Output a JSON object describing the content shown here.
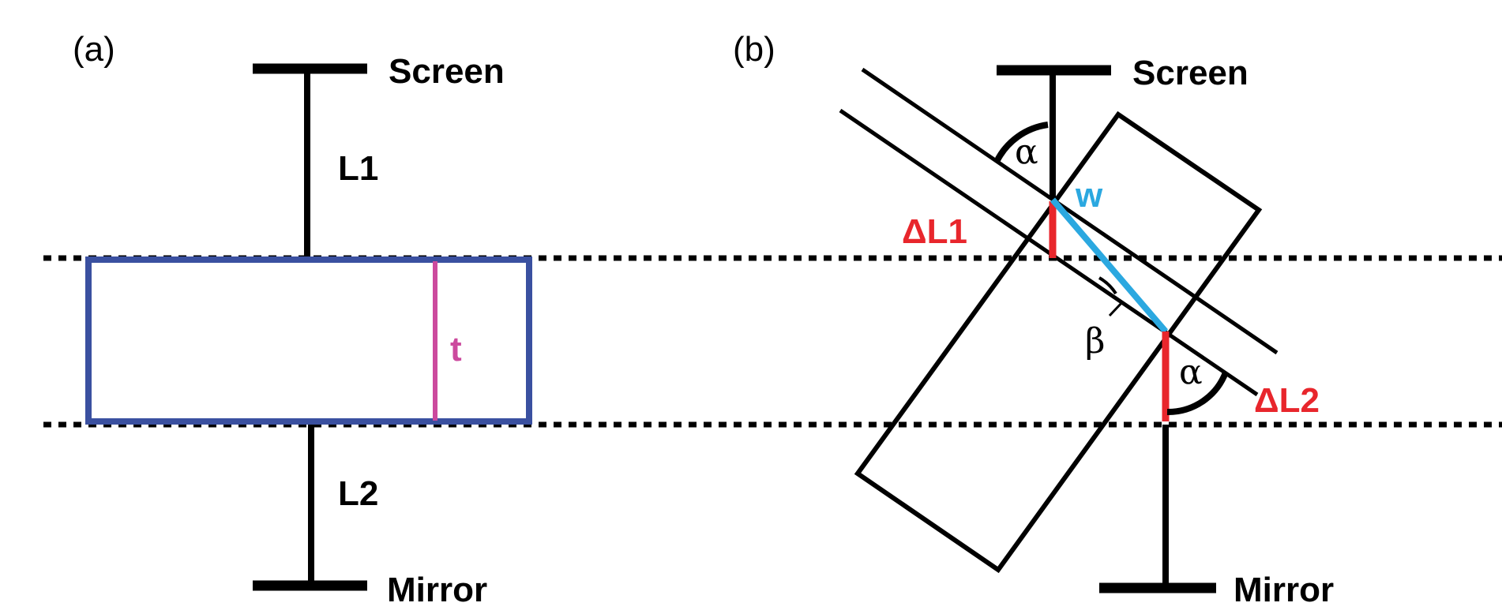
{
  "panel_a": {
    "label": "(a)",
    "screen": "Screen",
    "mirror": "Mirror",
    "l1": "L1",
    "l2": "L2",
    "thickness": "t"
  },
  "panel_b": {
    "label": "(b)",
    "screen": "Screen",
    "mirror": "Mirror",
    "w": "w",
    "delta_l1": "ΔL1",
    "delta_l2": "ΔL2",
    "alpha_top": "α",
    "alpha_bottom": "α",
    "beta": "β"
  },
  "colors": {
    "line": "#000000",
    "slab_outline": "#3a50a0",
    "thickness_line": "#cc4a9e",
    "w_segment": "#2ba8e0",
    "delta": "#e8262c"
  }
}
